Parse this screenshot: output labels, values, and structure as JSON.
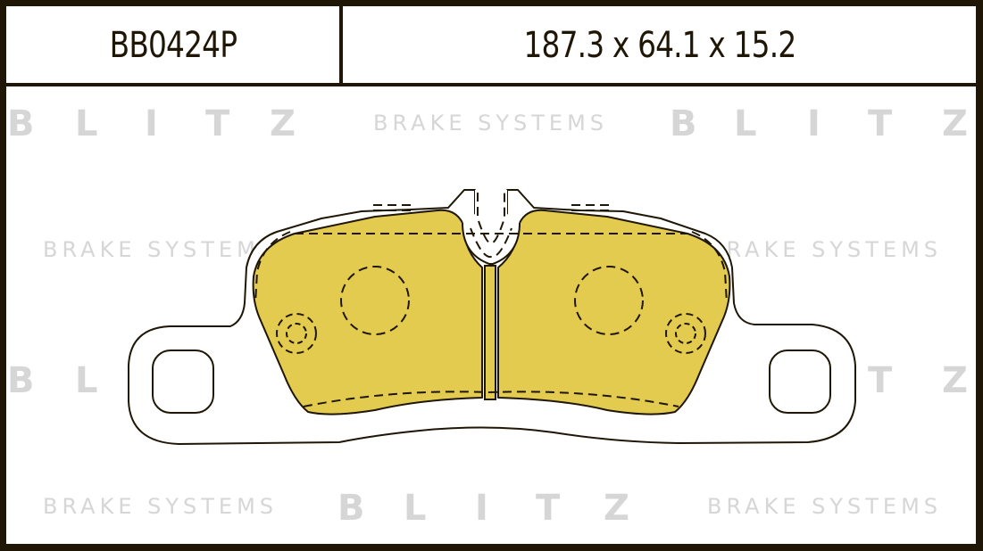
{
  "header": {
    "part_number": "BB0424P",
    "dimensions": "187.3 x 64.1 x 15.2"
  },
  "watermark": {
    "brand": "BLITZ",
    "brand_spaced": [
      "B",
      "L",
      "I",
      "T",
      "Z"
    ],
    "tagline": "BRAKE SYSTEMS"
  },
  "drawing": {
    "subject": "brake-pad-outline",
    "friction_color": "#e3cb4f",
    "line_color": "#1f1606",
    "watermark_color": "#d6d6d6",
    "frame_color": "#1f1606"
  }
}
